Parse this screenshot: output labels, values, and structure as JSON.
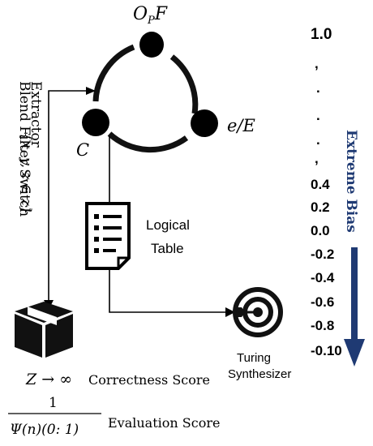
{
  "ring": {
    "node_top_label": "O",
    "node_top_sub": "P",
    "node_top_tail": "F",
    "node_right_label": "e/E",
    "node_left_label": "C"
  },
  "extractor": {
    "set_label": "{x, y, z ∈ z}",
    "name_line1": "Blend Filter Switch",
    "name_line2": "Extractor"
  },
  "table_node": {
    "line1": "Logical",
    "line2": "Table"
  },
  "synth_node": {
    "line1": "Turing",
    "line2": "Synthesizer"
  },
  "correctness": {
    "math": "Z → ∞",
    "label": "Correctness Score"
  },
  "evaluation": {
    "numerator": "1",
    "denominator": "Ψ(n)(0: 1)",
    "label": "Evaluation Score"
  },
  "bias_scale": {
    "values": [
      "1.0",
      ",",
      ".",
      ".",
      ".",
      ",",
      "0.4",
      "0.2",
      "0.0",
      "-0.2",
      "-0.4",
      "-0.6",
      "-0.8",
      "-0.10"
    ],
    "axis_label": "Extreme Bias",
    "arrow_color": "#1f3a73"
  },
  "icons": [
    "box-icon",
    "list-icon",
    "target-icon"
  ]
}
